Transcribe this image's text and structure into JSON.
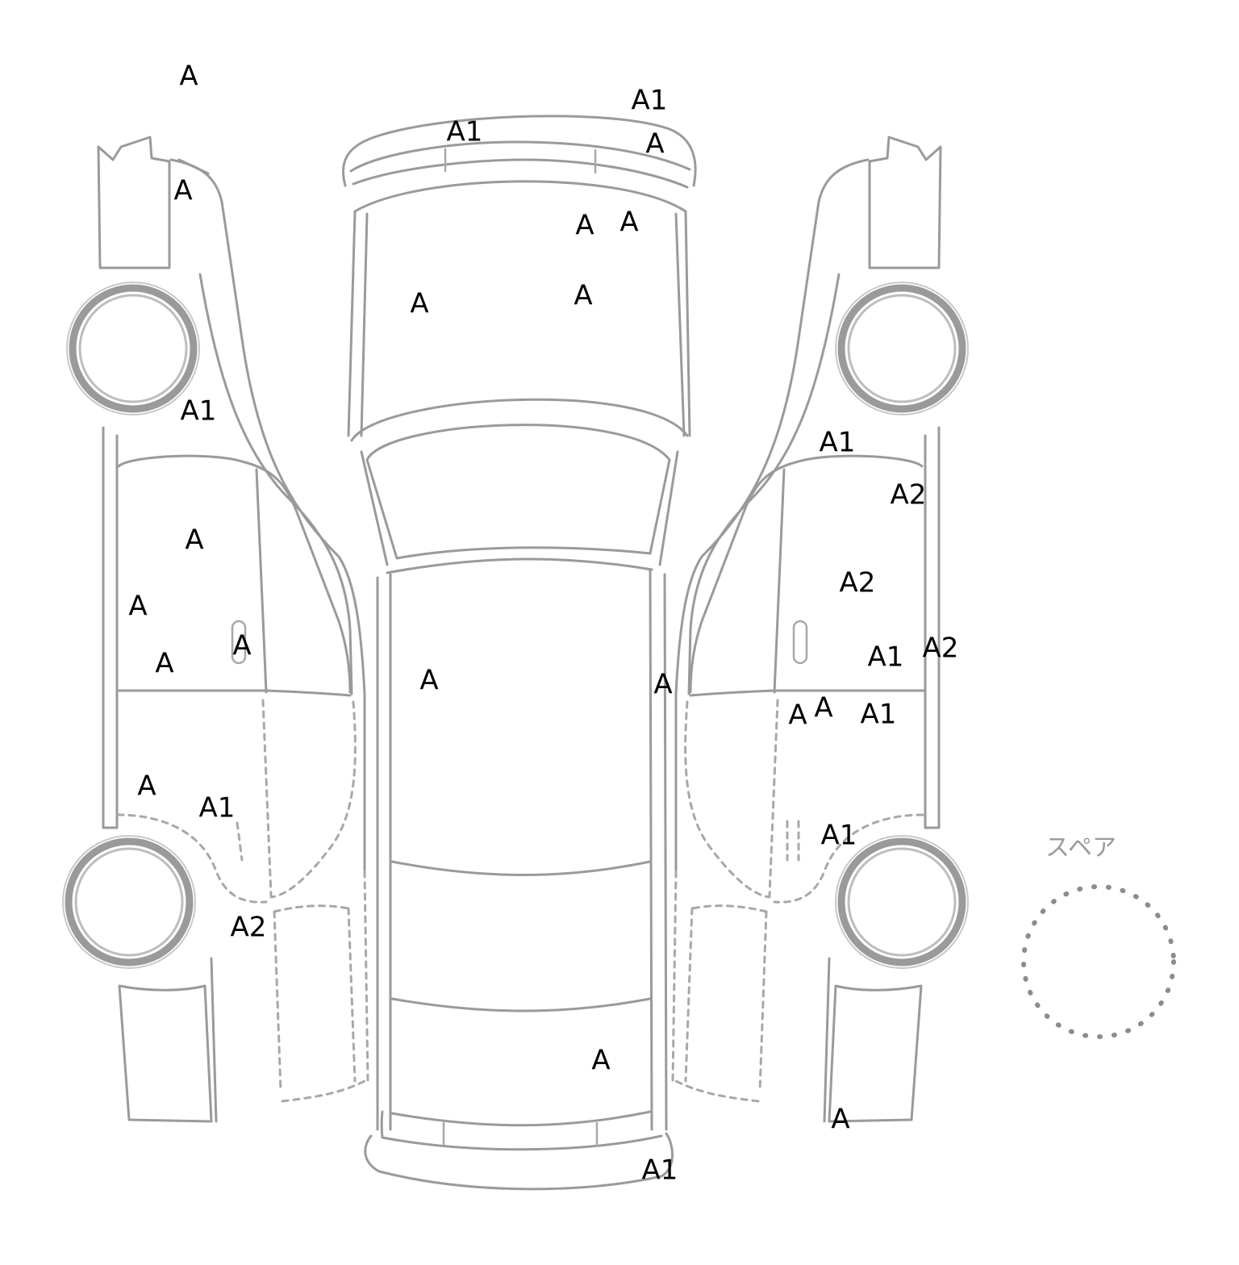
{
  "diagram": {
    "spare_label": "スペア",
    "marks": [
      {
        "code": "A"
      },
      {
        "code": "A1"
      },
      {
        "code": "A1"
      },
      {
        "code": "A"
      },
      {
        "code": "A"
      },
      {
        "code": "A"
      },
      {
        "code": "A"
      },
      {
        "code": "A"
      },
      {
        "code": "A"
      },
      {
        "code": "A1"
      },
      {
        "code": "A1"
      },
      {
        "code": "A2"
      },
      {
        "code": "A"
      },
      {
        "code": "A2"
      },
      {
        "code": "A"
      },
      {
        "code": "A1"
      },
      {
        "code": "A2"
      },
      {
        "code": "A"
      },
      {
        "code": "A"
      },
      {
        "code": "A"
      },
      {
        "code": "A"
      },
      {
        "code": "A"
      },
      {
        "code": "A1"
      },
      {
        "code": "A"
      },
      {
        "code": "A1"
      },
      {
        "code": "A1"
      },
      {
        "code": "A2"
      },
      {
        "code": "A"
      },
      {
        "code": "A"
      },
      {
        "code": "A"
      },
      {
        "code": "A1"
      }
    ]
  }
}
